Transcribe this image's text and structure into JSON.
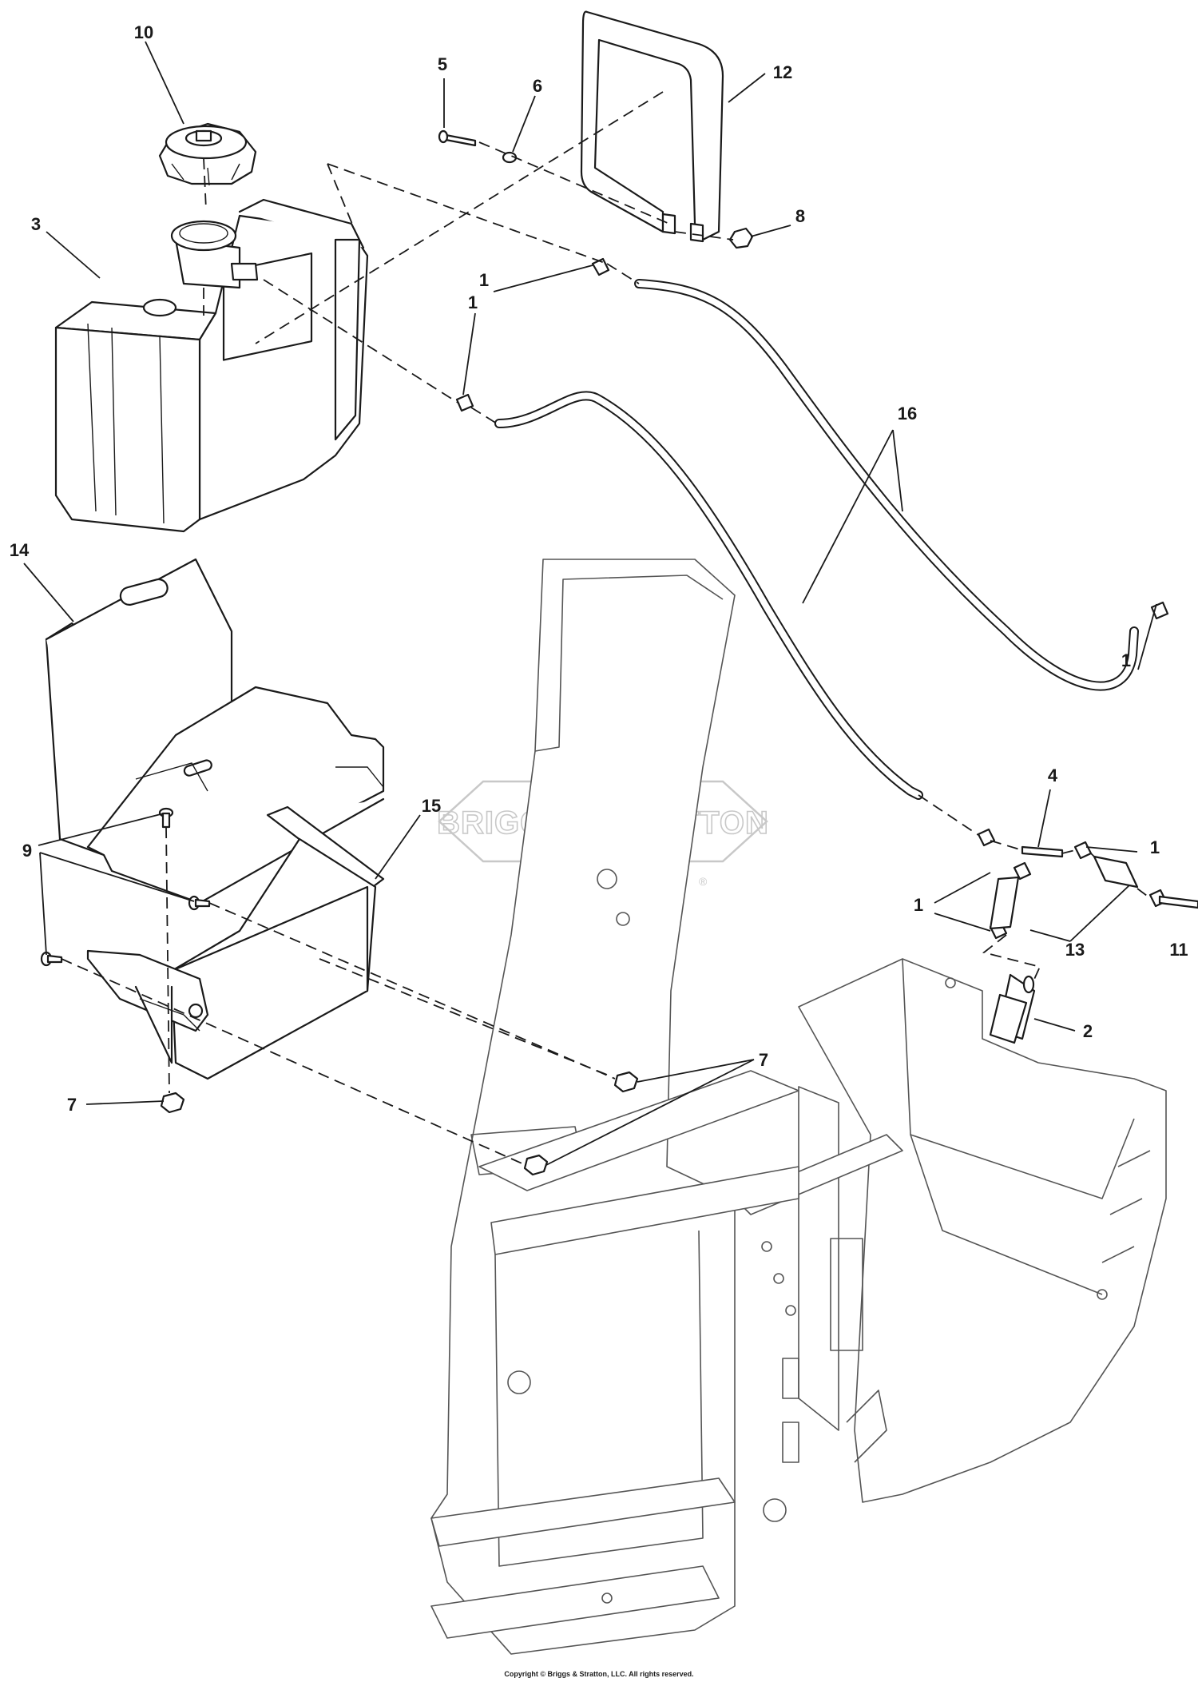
{
  "watermark": {
    "logo_text": "BRIGGS&STRATTON",
    "registered_mark": "®"
  },
  "callouts": [
    {
      "label": "10"
    },
    {
      "label": "5"
    },
    {
      "label": "6"
    },
    {
      "label": "12"
    },
    {
      "label": "3"
    },
    {
      "label": "8"
    },
    {
      "label": "1"
    },
    {
      "label": "1"
    },
    {
      "label": "16"
    },
    {
      "label": "14"
    },
    {
      "label": "1"
    },
    {
      "label": "4"
    },
    {
      "label": "15"
    },
    {
      "label": "1"
    },
    {
      "label": "9"
    },
    {
      "label": "1"
    },
    {
      "label": "13"
    },
    {
      "label": "11"
    },
    {
      "label": "2"
    },
    {
      "label": "7"
    },
    {
      "label": "7"
    }
  ],
  "copyright": "Copyright © Briggs & Stratton, LLC. All rights reserved."
}
